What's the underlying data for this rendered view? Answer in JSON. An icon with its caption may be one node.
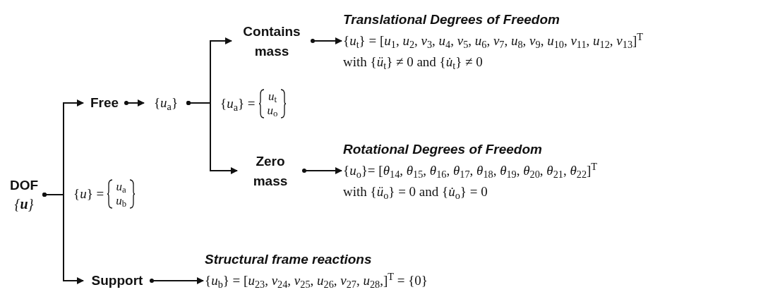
{
  "diagram": {
    "nodes": [
      {
        "text": [
          "DOF",
          "{**u**}"
        ]
      },
      {
        "text": [
          "Free"
        ]
      },
      {
        "text": [
          "{*u*$_{a}$}"
        ]
      },
      {
        "text": [
          "Contains mass"
        ]
      },
      {
        "text": [
          "Zero mass"
        ]
      },
      {
        "text": [
          "Translational Degrees of Freedom",
          "{*u*$_{t}$} = [*u*$_{1}$, *u*$_{2}$, *v*$_{3}$, *u*$_{4}$, *v*$_{5}$, *u*$_{6}$, *v*$_{7}$, *u*$_{8}$, *v*$_{9}$, *u*$_{10}$, *v*$_{11}$, *u*$_{12}$, *v*$_{13}$]$^{T}$",
          "with {*ü*$_{t}$} ≠ 0 and {*u̇*$_{t}$} ≠ 0"
        ]
      },
      {
        "text": [
          "Rotational Degrees of Freedom",
          "{*u*$_{o}$}= [*θ*$_{14}$, *θ*$_{15}$, *θ*$_{16}$, *θ*$_{17}$, *θ*$_{18}$, *θ*$_{19}$, *θ*$_{20}$, *θ*$_{21}$, *θ*$_{22}$]$^{T}$",
          "with {*ü*$_{o}$} = 0 and {*u̇*$_{o}$} = 0"
        ]
      },
      {
        "text": [
          "Support"
        ]
      },
      {
        "text": [
          "Structural frame reactions",
          "{*u*$_{b}$} = [*u*$_{23}$, *v*$_{24}$, *v*$_{25}$, *u*$_{26}$, *v*$_{27}$, *u*$_{28}$,]$^{T}$ = {0}"
        ]
      }
    ],
    "edges": [
      {
        "from": 0,
        "to": 1,
        "arrow": "to"
      },
      {
        "from": 0,
        "to": 7,
        "arrow": "to"
      },
      {
        "from": 1,
        "to": 2,
        "arrow": "to"
      },
      {
        "from": 2,
        "to": 3,
        "arrow": "to"
      },
      {
        "from": 2,
        "to": 4,
        "arrow": "to"
      },
      {
        "from": 3,
        "to": 5,
        "arrow": "to"
      },
      {
        "from": 4,
        "to": 6,
        "arrow": "to"
      },
      {
        "from": 7,
        "to": 8,
        "arrow": "to"
      }
    ],
    "labels": [
      "{*u*$_{a}$} =",
      "*u*$_{t}$",
      "*u*$_{o}$",
      "{*u*} =",
      "*u*$_{a}$",
      "*u*$_{b}$"
    ]
  }
}
